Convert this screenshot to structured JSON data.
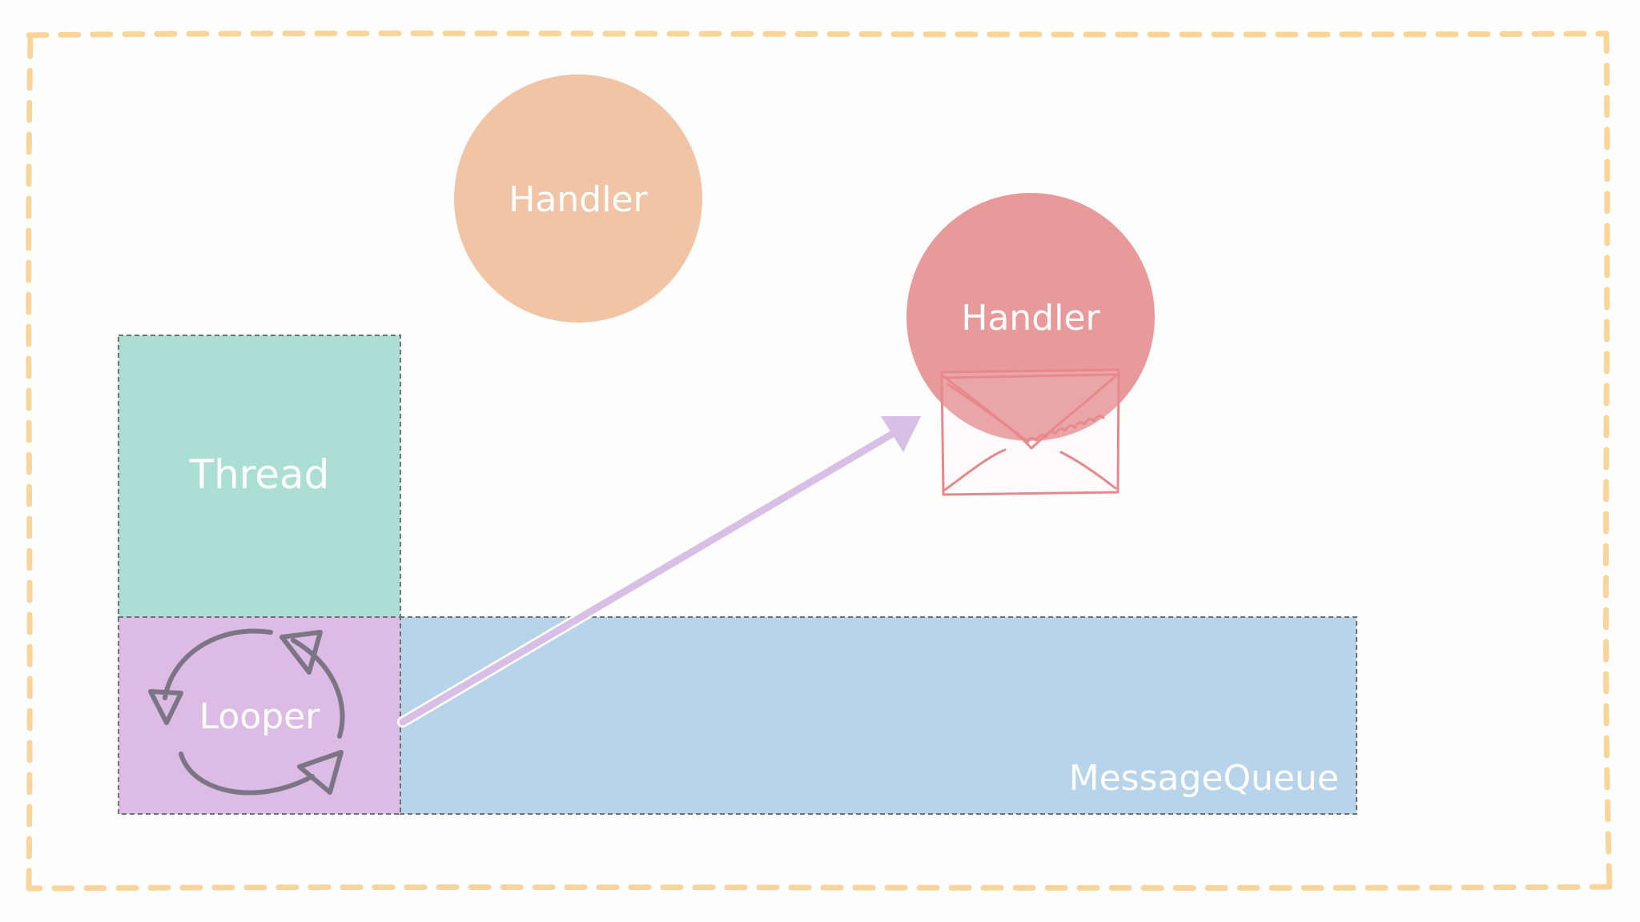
{
  "diagram": {
    "nodes": {
      "handler_top": {
        "label": "Handler",
        "color": "#f0c4a4"
      },
      "handler_right": {
        "label": "Handler",
        "color": "#e89a9a"
      },
      "thread": {
        "label": "Thread",
        "color": "#acdfd4"
      },
      "looper": {
        "label": "Looper",
        "color": "#dcbbe4"
      },
      "message_queue": {
        "label": "MessageQueue",
        "color": "#b7d4ea"
      }
    },
    "colors": {
      "frame_dash": "#fad59a",
      "arrow": "#d8bfe6",
      "box_border": "#6f7173",
      "looper_cycle": "#7c7585",
      "envelope_stroke": "#e7888c",
      "background": "#fdfdfd"
    },
    "icons": {
      "looper_cycle": "cycle-arrows-icon",
      "message": "envelope-icon"
    },
    "edges": [
      {
        "from": "looper",
        "to": "handler_right",
        "style": "arrow"
      }
    ]
  }
}
